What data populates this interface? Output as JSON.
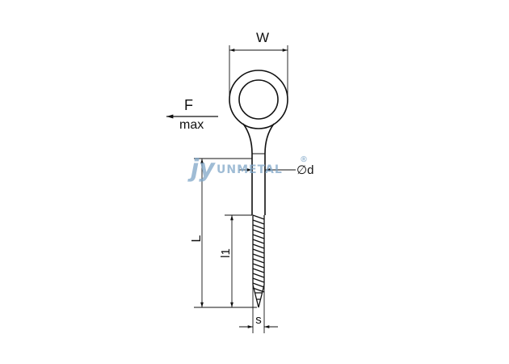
{
  "drawing": {
    "labels": {
      "width": "W",
      "force_top": "F",
      "force_bottom": "max",
      "diameter": "∅d",
      "length": "L",
      "thread_length": "l1",
      "shank": "s"
    },
    "watermark": {
      "mark": "jy",
      "brand": "UNMETAL",
      "registered": "®"
    },
    "colors": {
      "line": "#111111",
      "watermark": "#7fa6c8"
    }
  }
}
